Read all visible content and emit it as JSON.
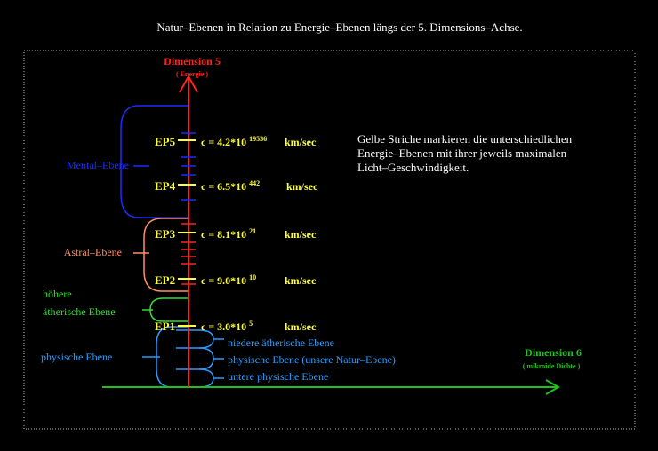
{
  "title": "Natur–Ebenen in Relation zu Energie–Ebenen längs der 5. Dimensions–Achse.",
  "axis_y": {
    "label": "Dimension 5",
    "sublabel": "( Energie )"
  },
  "axis_x": {
    "label": "Dimension 6",
    "sublabel": "( mikroide Dichte )"
  },
  "note": [
    "Gelbe Striche markieren die unterschiedlichen",
    "Energie–Ebenen mit ihrer jeweils maximalen",
    "Licht–Geschwindigkeit."
  ],
  "energy_points": [
    {
      "label": "EP5",
      "c_text": "c = 4.2*10",
      "exp": "19536",
      "unit": "km/sec"
    },
    {
      "label": "EP4",
      "c_text": "c = 6.5*10",
      "exp": "442",
      "unit": "km/sec"
    },
    {
      "label": "EP3",
      "c_text": "c = 8.1*10",
      "exp": "21",
      "unit": "km/sec"
    },
    {
      "label": "EP2",
      "c_text": "c = 9.0*10",
      "exp": "10",
      "unit": "km/sec"
    },
    {
      "label": "EP1",
      "c_text": "c = 3.0*10",
      "exp": "5",
      "unit": "km/sec"
    }
  ],
  "planes": {
    "mental": "Mental–Ebene",
    "astral": "Astral–Ebene",
    "aetheric_1": "höhere",
    "aetheric_2": "ätherische Ebene",
    "physical": "physische Ebene"
  },
  "subplanes": [
    "niedere ätherische Ebene",
    "physische Ebene (unsere Natur–Ebene)",
    "untere physische Ebene"
  ],
  "colors": {
    "axis_y": "#ff2020",
    "axis_x": "#20c020",
    "energy": "#ffff40",
    "mental": "#1a2cff",
    "astral": "#ff9060",
    "aetheric": "#30e030",
    "physical": "#2a9cff",
    "note": "#ffffff"
  }
}
